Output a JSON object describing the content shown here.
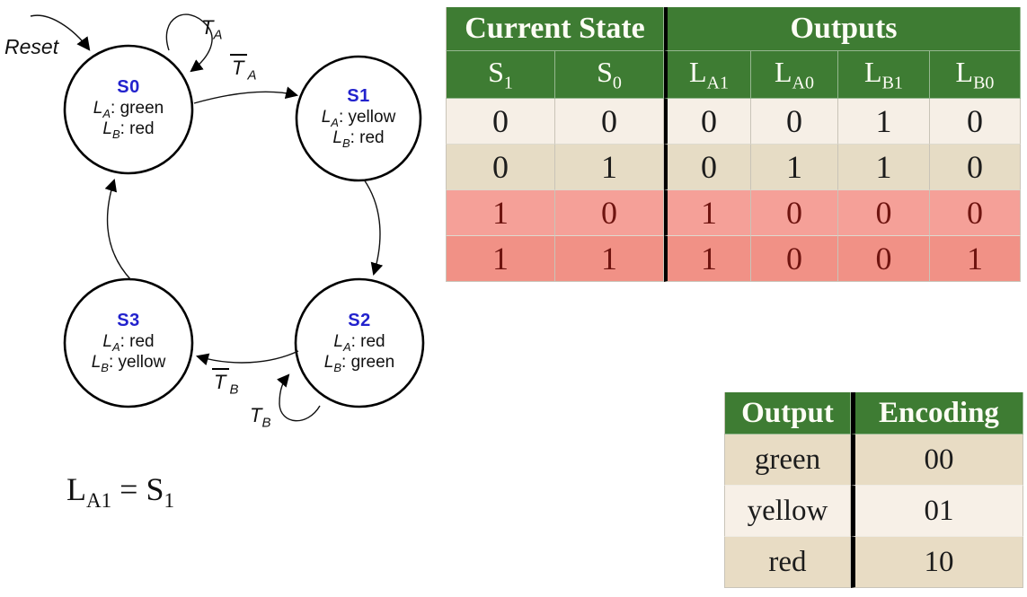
{
  "colors": {
    "header_green": "#3e7c33",
    "row_cream": "#f6efe6",
    "row_tan": "#e6dcc5",
    "row_salmon_light": "#f5a098",
    "row_salmon_dark": "#f19186",
    "maroon_text": "#6f1410",
    "state_name_blue": "#2222cd",
    "divider_black": "#000000"
  },
  "diagram": {
    "reset_label": "Reset",
    "transitions": {
      "ta": {
        "base": "T",
        "sub": "A"
      },
      "ta_bar": {
        "base": "T",
        "sub": "A"
      },
      "tb": {
        "base": "T",
        "sub": "B"
      },
      "tb_bar": {
        "base": "T",
        "sub": "B"
      }
    },
    "states": [
      {
        "name": "S0",
        "lines": [
          {
            "base": "L",
            "sub": "A",
            "text": ": green"
          },
          {
            "base": "L",
            "sub": "B",
            "text": ": red"
          }
        ]
      },
      {
        "name": "S1",
        "lines": [
          {
            "base": "L",
            "sub": "A",
            "text": ": yellow"
          },
          {
            "base": "L",
            "sub": "B",
            "text": ": red"
          }
        ]
      },
      {
        "name": "S2",
        "lines": [
          {
            "base": "L",
            "sub": "A",
            "text": ": red"
          },
          {
            "base": "L",
            "sub": "B",
            "text": ": green"
          }
        ]
      },
      {
        "name": "S3",
        "lines": [
          {
            "base": "L",
            "sub": "A",
            "text": ": red"
          },
          {
            "base": "L",
            "sub": "B",
            "text": ": yellow"
          }
        ]
      }
    ]
  },
  "state_table": {
    "group_headers": [
      "Current State",
      "Outputs"
    ],
    "columns": [
      {
        "base": "S",
        "sub": "1"
      },
      {
        "base": "S",
        "sub": "0"
      },
      {
        "base": "L",
        "sub": "A1"
      },
      {
        "base": "L",
        "sub": "A0"
      },
      {
        "base": "L",
        "sub": "B1"
      },
      {
        "base": "L",
        "sub": "B0"
      }
    ],
    "rows": [
      {
        "cells": [
          "0",
          "0",
          "0",
          "0",
          "1",
          "0"
        ],
        "highlight": false
      },
      {
        "cells": [
          "0",
          "1",
          "0",
          "1",
          "1",
          "0"
        ],
        "highlight": false
      },
      {
        "cells": [
          "1",
          "0",
          "1",
          "0",
          "0",
          "0"
        ],
        "highlight": true
      },
      {
        "cells": [
          "1",
          "1",
          "1",
          "0",
          "0",
          "1"
        ],
        "highlight": true
      }
    ]
  },
  "encoding_table": {
    "headers": [
      "Output",
      "Encoding"
    ],
    "rows": [
      {
        "output": "green",
        "encoding": "00"
      },
      {
        "output": "yellow",
        "encoding": "01"
      },
      {
        "output": "red",
        "encoding": "10"
      }
    ]
  },
  "formula": {
    "lhs_base": "L",
    "lhs_sub": "A1",
    "op": "=",
    "rhs_base": "S",
    "rhs_sub": "1"
  }
}
